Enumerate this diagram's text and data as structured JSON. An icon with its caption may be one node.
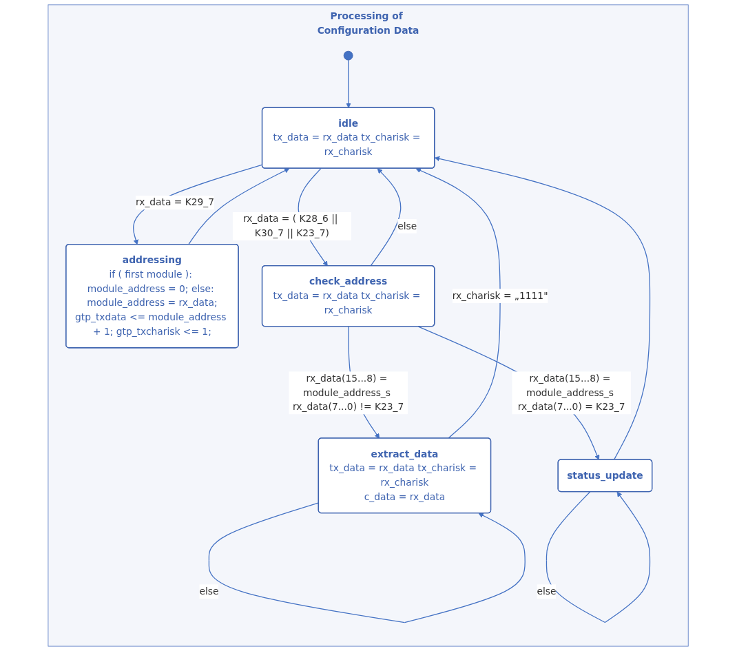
{
  "diagram": {
    "nodes": [
      {
        "text": [
          "Processing of Configuration Data"
        ]
      },
      {
        "text": [],
        "shape": "circle",
        "in": 0
      },
      {
        "text": [
          "idle",
          "tx_data = rx_data tx_charisk = rx_charisk"
        ],
        "in": 0
      },
      {
        "text": [
          "addressing",
          "if ( first module ): module_address = 0; else: module_address = rx_data;",
          "gtp_txdata <= module_address + 1; gtp_txcharisk <= 1;"
        ],
        "in": 0
      },
      {
        "text": [
          "check_address",
          "tx_data = rx_data tx_charisk = rx_charisk"
        ],
        "in": 0
      },
      {
        "text": [
          "extract_data",
          "tx_data = rx_data tx_charisk = rx_charisk",
          "c_data = rx_data"
        ],
        "in": 0
      },
      {
        "text": [
          "status_update"
        ],
        "in": 0
      }
    ],
    "edges": [
      {
        "from": 1,
        "to": 2,
        "arrow": "to"
      },
      {
        "from": 2,
        "to": 3,
        "arrow": "to",
        "label": "rx_data = K29_7"
      },
      {
        "from": 3,
        "to": 2,
        "arrow": "to"
      },
      {
        "from": 2,
        "to": 4,
        "arrow": "to",
        "label": "rx_data = ( K28_6 || K30_7 || K23_7)"
      },
      {
        "from": 4,
        "to": 2,
        "arrow": "to",
        "label": "else"
      },
      {
        "from": 4,
        "to": 5,
        "arrow": "to",
        "label": "rx_data(15...8) = module_address_s rx_data(7...0) != K23_7"
      },
      {
        "from": 4,
        "to": 6,
        "arrow": "to",
        "label": "rx_data(15...8) = module_address_s rx_data(7...0) = K23_7"
      },
      {
        "from": 5,
        "to": 5,
        "arrow": "to",
        "label": "else"
      },
      {
        "from": 6,
        "to": 6,
        "arrow": "to",
        "label": "else"
      },
      {
        "from": 6,
        "to": 2,
        "arrow": "to"
      },
      {
        "from": 5,
        "to": 2,
        "arrow": "to",
        "label": "rx_charisk = „1111\""
      }
    ]
  }
}
